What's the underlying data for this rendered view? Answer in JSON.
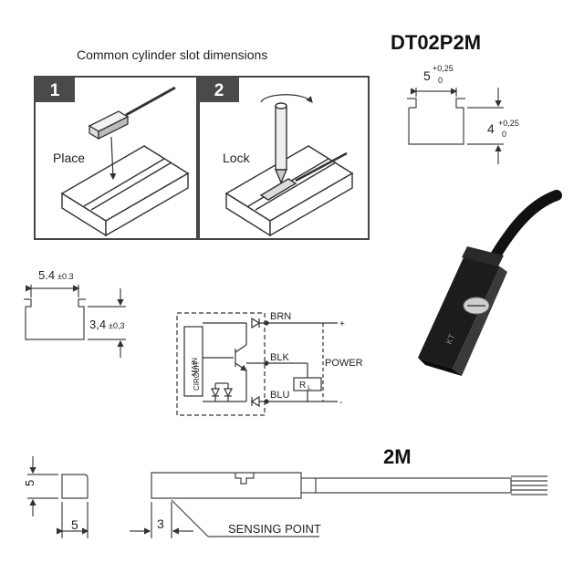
{
  "model": "DT02P2M",
  "cylinder_heading": "Common cylinder slot dimensions",
  "steps": [
    {
      "number": "1",
      "label": "Place"
    },
    {
      "number": "2",
      "label": "Lock"
    }
  ],
  "slot_top": {
    "width": "5",
    "width_tol_upper": "+0,25",
    "width_tol_lower": "0",
    "height": "4",
    "height_tol_upper": "+0,25",
    "height_tol_lower": "0"
  },
  "slot_left": {
    "width": "5.4",
    "width_tol": "±0.3",
    "height": "3,4",
    "height_tol": "±0,3"
  },
  "circuit": {
    "main_label": "MAIN",
    "circuit_label": "CIRCUIT",
    "wire_brn": "BRN",
    "wire_blk": "BLK",
    "wire_blu": "BLU",
    "power": "POWER",
    "plus": "+",
    "minus": "-",
    "load_r": "R",
    "load_sub": "L"
  },
  "cable_length": "2M",
  "bottom_dims": {
    "height": "5",
    "width": "5",
    "offset": "3",
    "sensing_point": "SENSING POINT"
  },
  "sensor_marking": "KT"
}
